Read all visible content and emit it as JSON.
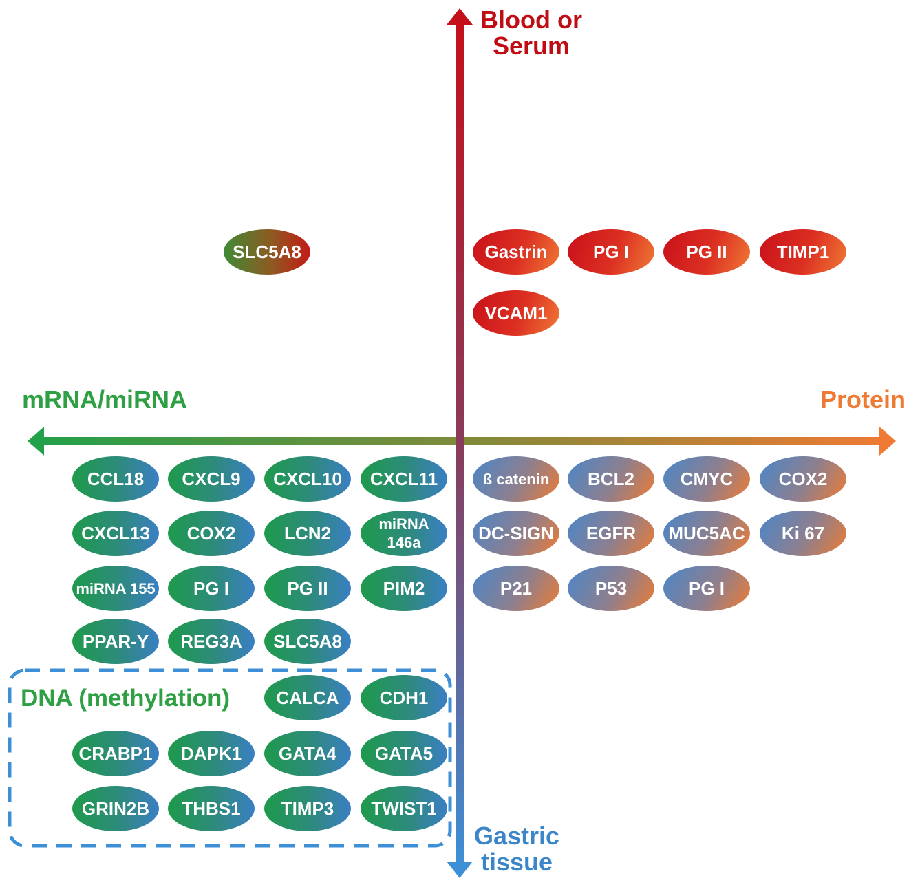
{
  "axes": {
    "top": "Blood or\nSerum",
    "bottom": "Gastric\ntissue",
    "left": "mRNA/miRNA",
    "right": "Protein",
    "colors": {
      "top": "#c00d14",
      "bottom": "#3b86c9",
      "left": "#2ea043",
      "right": "#ee7a33"
    }
  },
  "blood_mrna": [
    "SLC5A8"
  ],
  "blood_protein": [
    "Gastrin",
    "PG I",
    "PG II",
    "TIMP1",
    "VCAM1"
  ],
  "tissue_protein": [
    "ß catenin",
    "BCL2",
    "CMYC",
    "COX2",
    "DC-SIGN",
    "EGFR",
    "MUC5AC",
    "Ki 67",
    "P21",
    "P53",
    "PG I"
  ],
  "tissue_mrna": [
    "CCL18",
    "CXCL9",
    "CXCL10",
    "CXCL11",
    "CXCL13",
    "COX2",
    "LCN2",
    "miRNA 146a",
    "miRNA 155",
    "PG I",
    "PG II",
    "PIM2",
    "PPAR-Y",
    "REG3A",
    "SLC5A8"
  ],
  "dna_methylation": {
    "title": "DNA (methylation)",
    "items": [
      "CALCA",
      "CDH1",
      "CRABP1",
      "DAPK1",
      "GATA4",
      "GATA5",
      "GRIN2B",
      "THBS1",
      "TIMP3",
      "TWIST1"
    ]
  }
}
